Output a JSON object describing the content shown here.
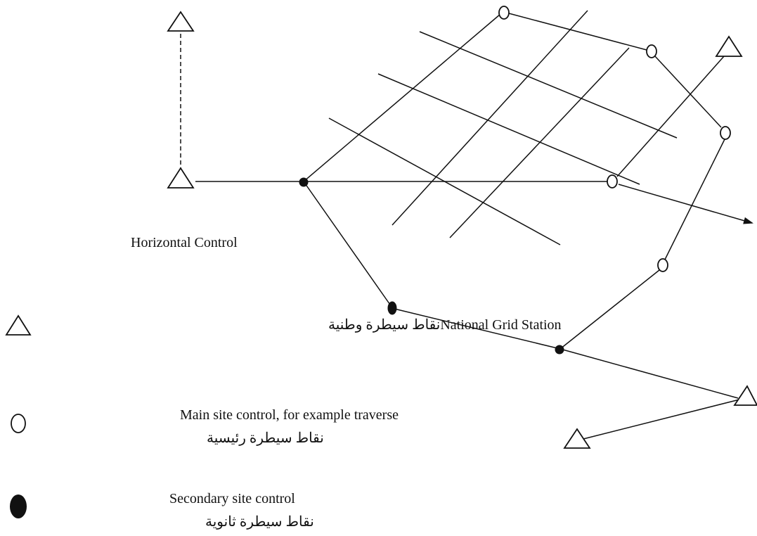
{
  "title": "Horizontal Control",
  "legend": {
    "national_grid_station": {
      "label_ar": "نقاط سيطرة وطنية",
      "label_en": "National Grid Station",
      "symbol": "triangle-icon"
    },
    "main_site_control": {
      "label_en": "Main site control, for example traverse",
      "label_ar": "نقاط سيطرة رئيسية",
      "symbol": "hollow-circle-icon"
    },
    "secondary_site_control": {
      "label_en": "Secondary site control",
      "label_ar": "نقاط سيطرة ثانوية",
      "symbol": "filled-circle-icon"
    }
  },
  "colors": {
    "ink": "#111111",
    "background": "#ffffff"
  }
}
